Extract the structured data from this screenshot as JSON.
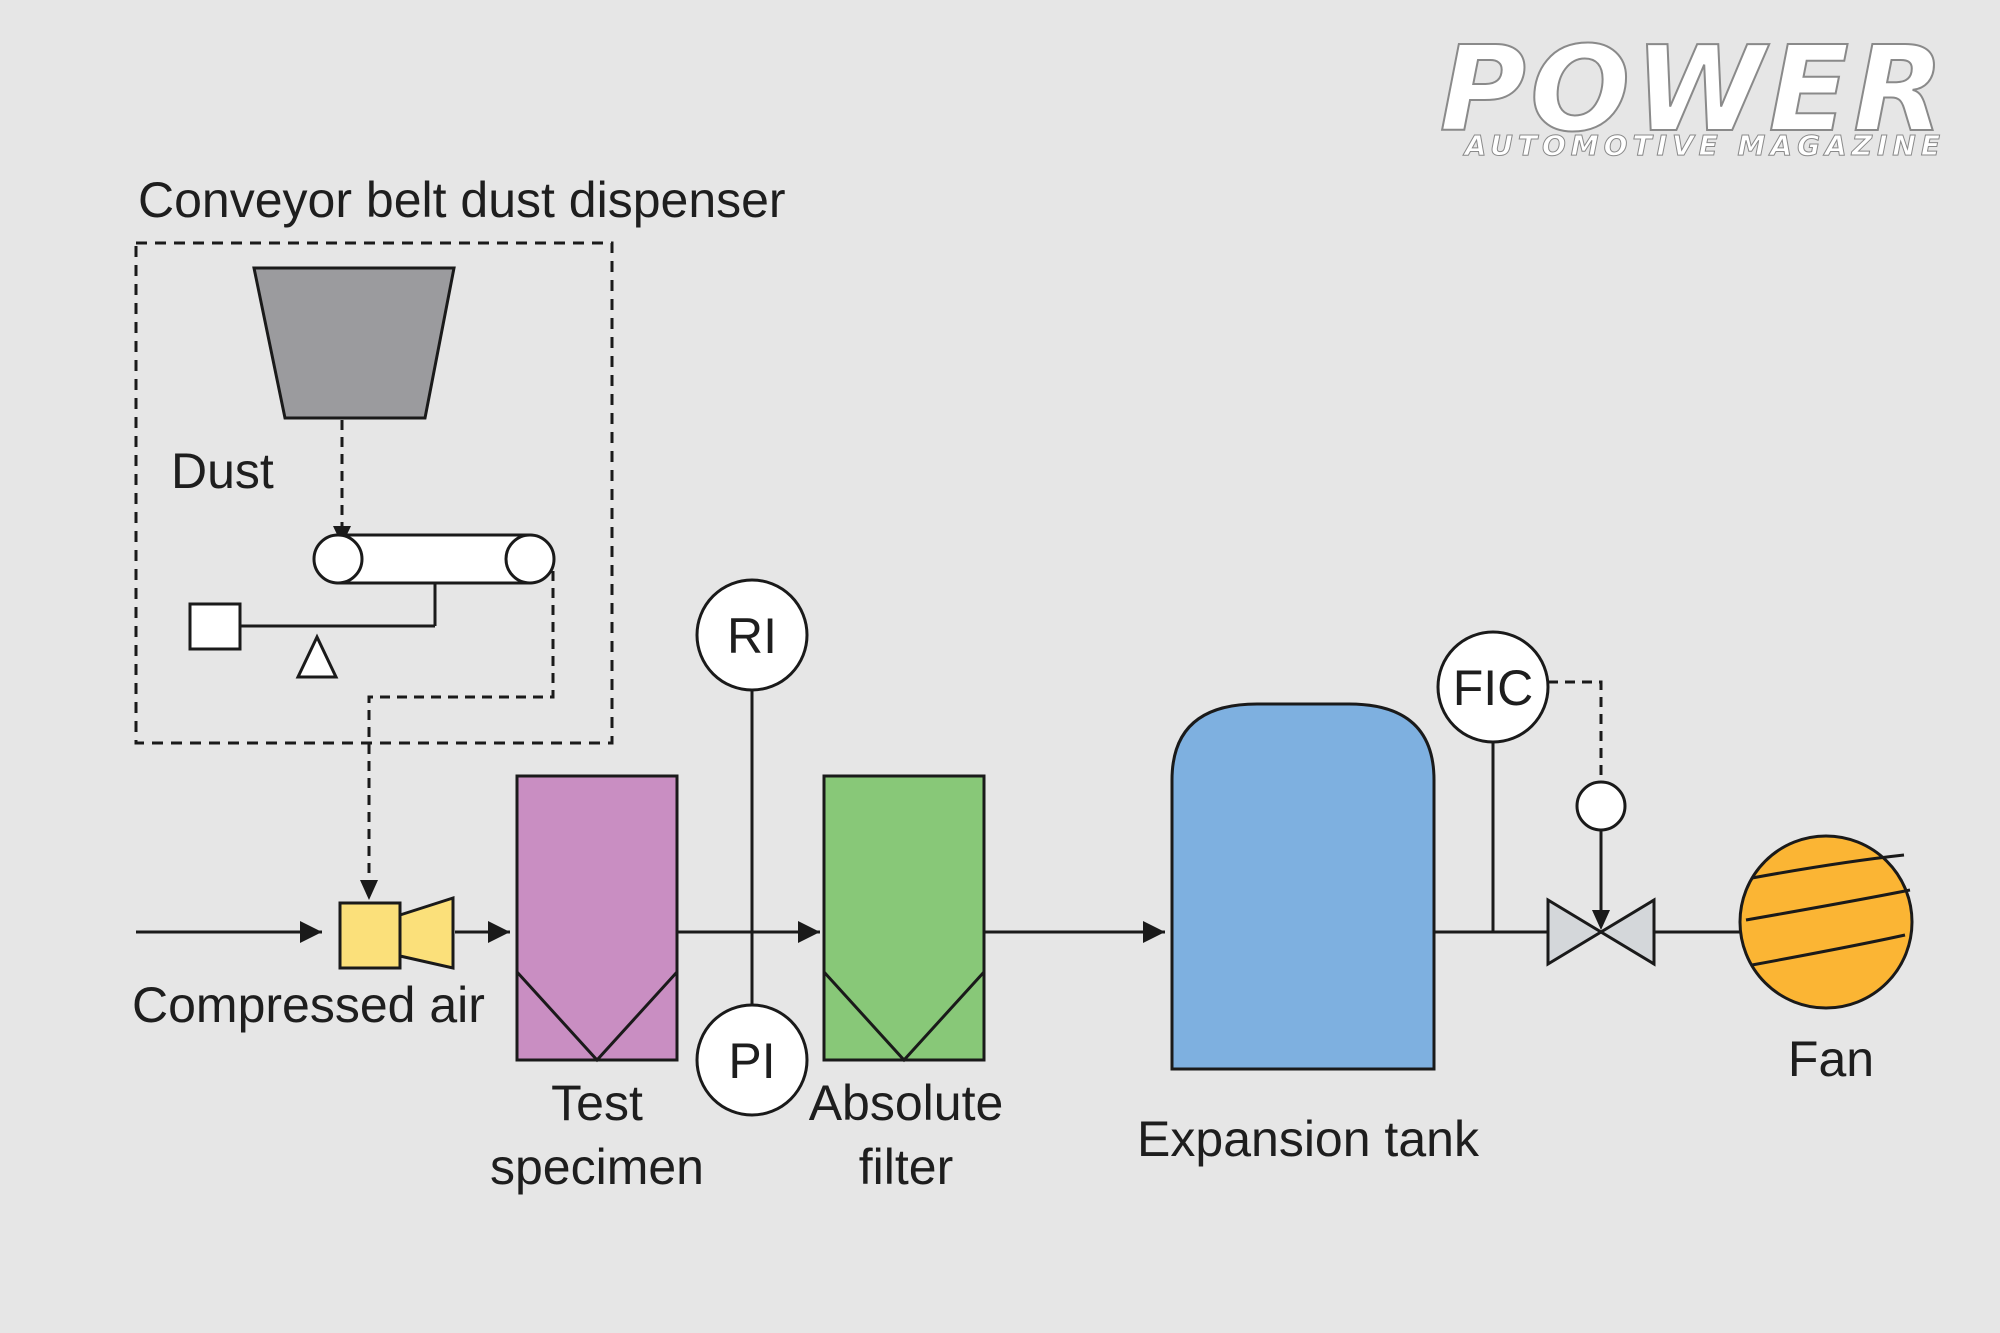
{
  "logo": {
    "title": "POWER",
    "subtitle": "AUTOMOTIVE MAGAZINE"
  },
  "labels": {
    "dispenser": "Conveyor belt dust dispenser",
    "dust": "Dust",
    "compressed_air": "Compressed air",
    "test_specimen_line1": "Test",
    "test_specimen_line2": "specimen",
    "absolute_filter_line1": "Absolute",
    "absolute_filter_line2": "filter",
    "expansion_tank": "Expansion tank",
    "fan": "Fan"
  },
  "instruments": {
    "ri": "RI",
    "pi": "PI",
    "fic": "FIC"
  },
  "colors": {
    "background": "#e6e6e6",
    "line": "#1a1a1a",
    "hopper": "#9b9b9e",
    "nozzle": "#fbe07a",
    "test_specimen": "#c98ec2",
    "absolute_filter": "#88c878",
    "expansion_tank": "#7eb0e0",
    "valve": "#d4d7da",
    "fan": "#fbb534"
  }
}
